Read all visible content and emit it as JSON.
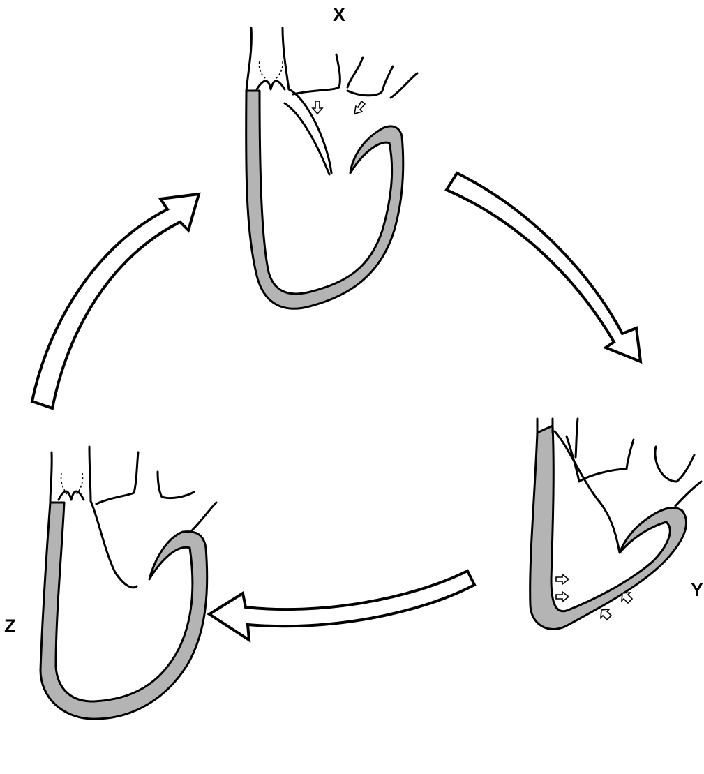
{
  "stages": {
    "x": {
      "label": "X"
    },
    "y": {
      "label": "Y"
    },
    "z": {
      "label": "Z"
    }
  },
  "colors": {
    "muscle_fill": "#b4b4b4",
    "outline": "#000000",
    "background": "#ffffff",
    "arrow_fill": "#ffffff"
  },
  "cycle_order": [
    "X",
    "Y",
    "Z"
  ]
}
